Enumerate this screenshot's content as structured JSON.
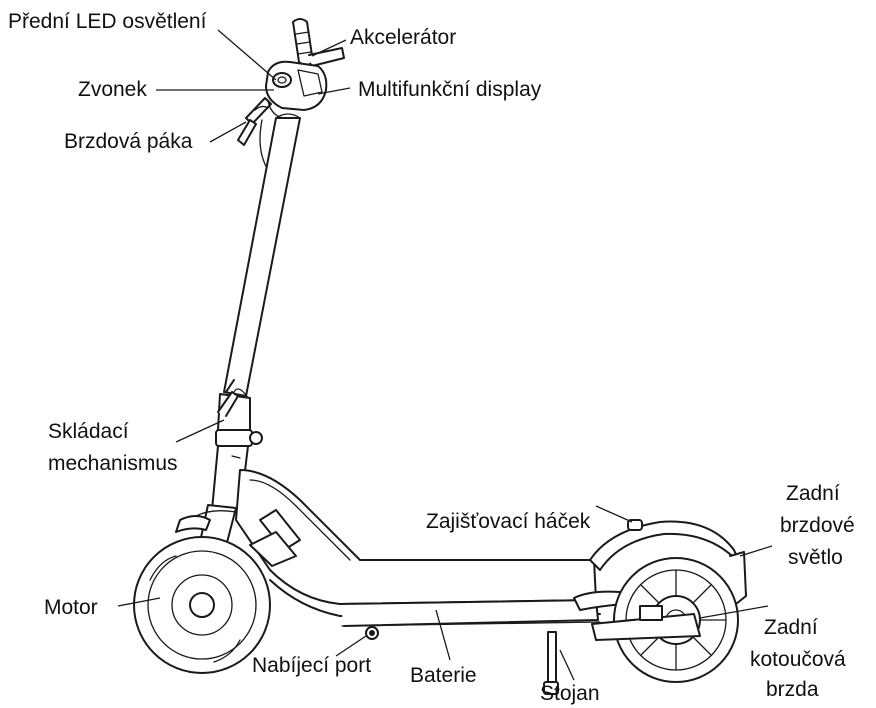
{
  "labels": {
    "front_led": "Přední LED osvětlení",
    "accelerator": "Akcelerátor",
    "bell": "Zvonek",
    "display": "Multifunkční display",
    "brake_lever": "Brzdová páka",
    "folding_line1": "Skládací",
    "folding_line2": "mechanismus",
    "motor": "Motor",
    "charging_port": "Nabíjecí port",
    "battery": "Baterie",
    "stand": "Stojan",
    "hook": "Zajišťovací háček",
    "rear_light_line1": "Zadní",
    "rear_light_line2": "brzdové",
    "rear_light_line3": "světlo",
    "rear_brake_line1": "Zadní",
    "rear_brake_line2": "kotoučová",
    "rear_brake_line3": "brzda"
  }
}
